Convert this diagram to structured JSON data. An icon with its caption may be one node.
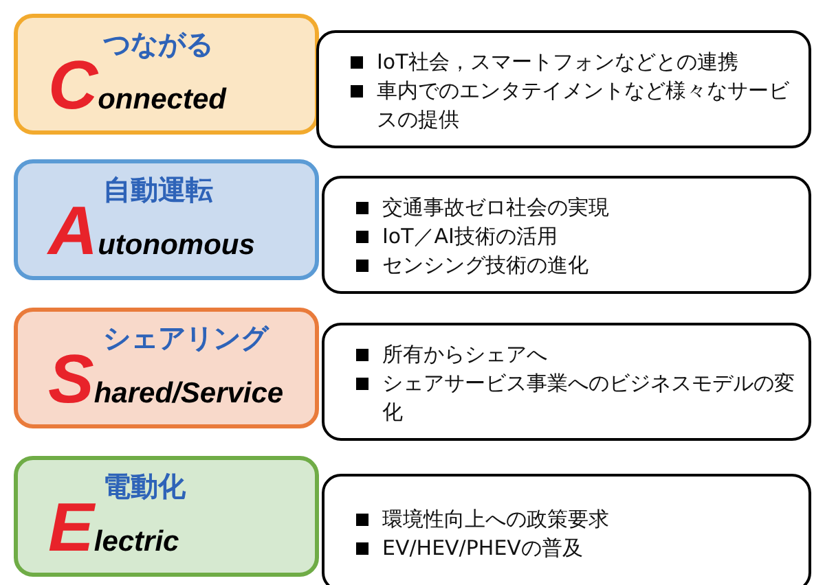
{
  "diagram": {
    "nodes": [
      {
        "text": [
          "つながる",
          "Connected"
        ]
      },
      {
        "text": [
          "IoT社会，スマートフォンなどとの連携",
          "車内でのエンタテイメントなど様々なサービスの提供"
        ]
      },
      {
        "text": [
          "自動運転",
          "Autonomous"
        ]
      },
      {
        "text": [
          "交通事故ゼロ社会の実現",
          "IoT／AI技術の活用",
          "センシング技術の進化"
        ]
      },
      {
        "text": [
          "シェアリング",
          "Shared/Service"
        ]
      },
      {
        "text": [
          "所有からシェアへ",
          "シェアサービス事業へのビジネスモデルの変化"
        ]
      },
      {
        "text": [
          "電動化",
          "Electric"
        ]
      },
      {
        "text": [
          "環境性向上への政策要求",
          "EV/HEV/PHEVの普及"
        ]
      }
    ],
    "edges": []
  }
}
